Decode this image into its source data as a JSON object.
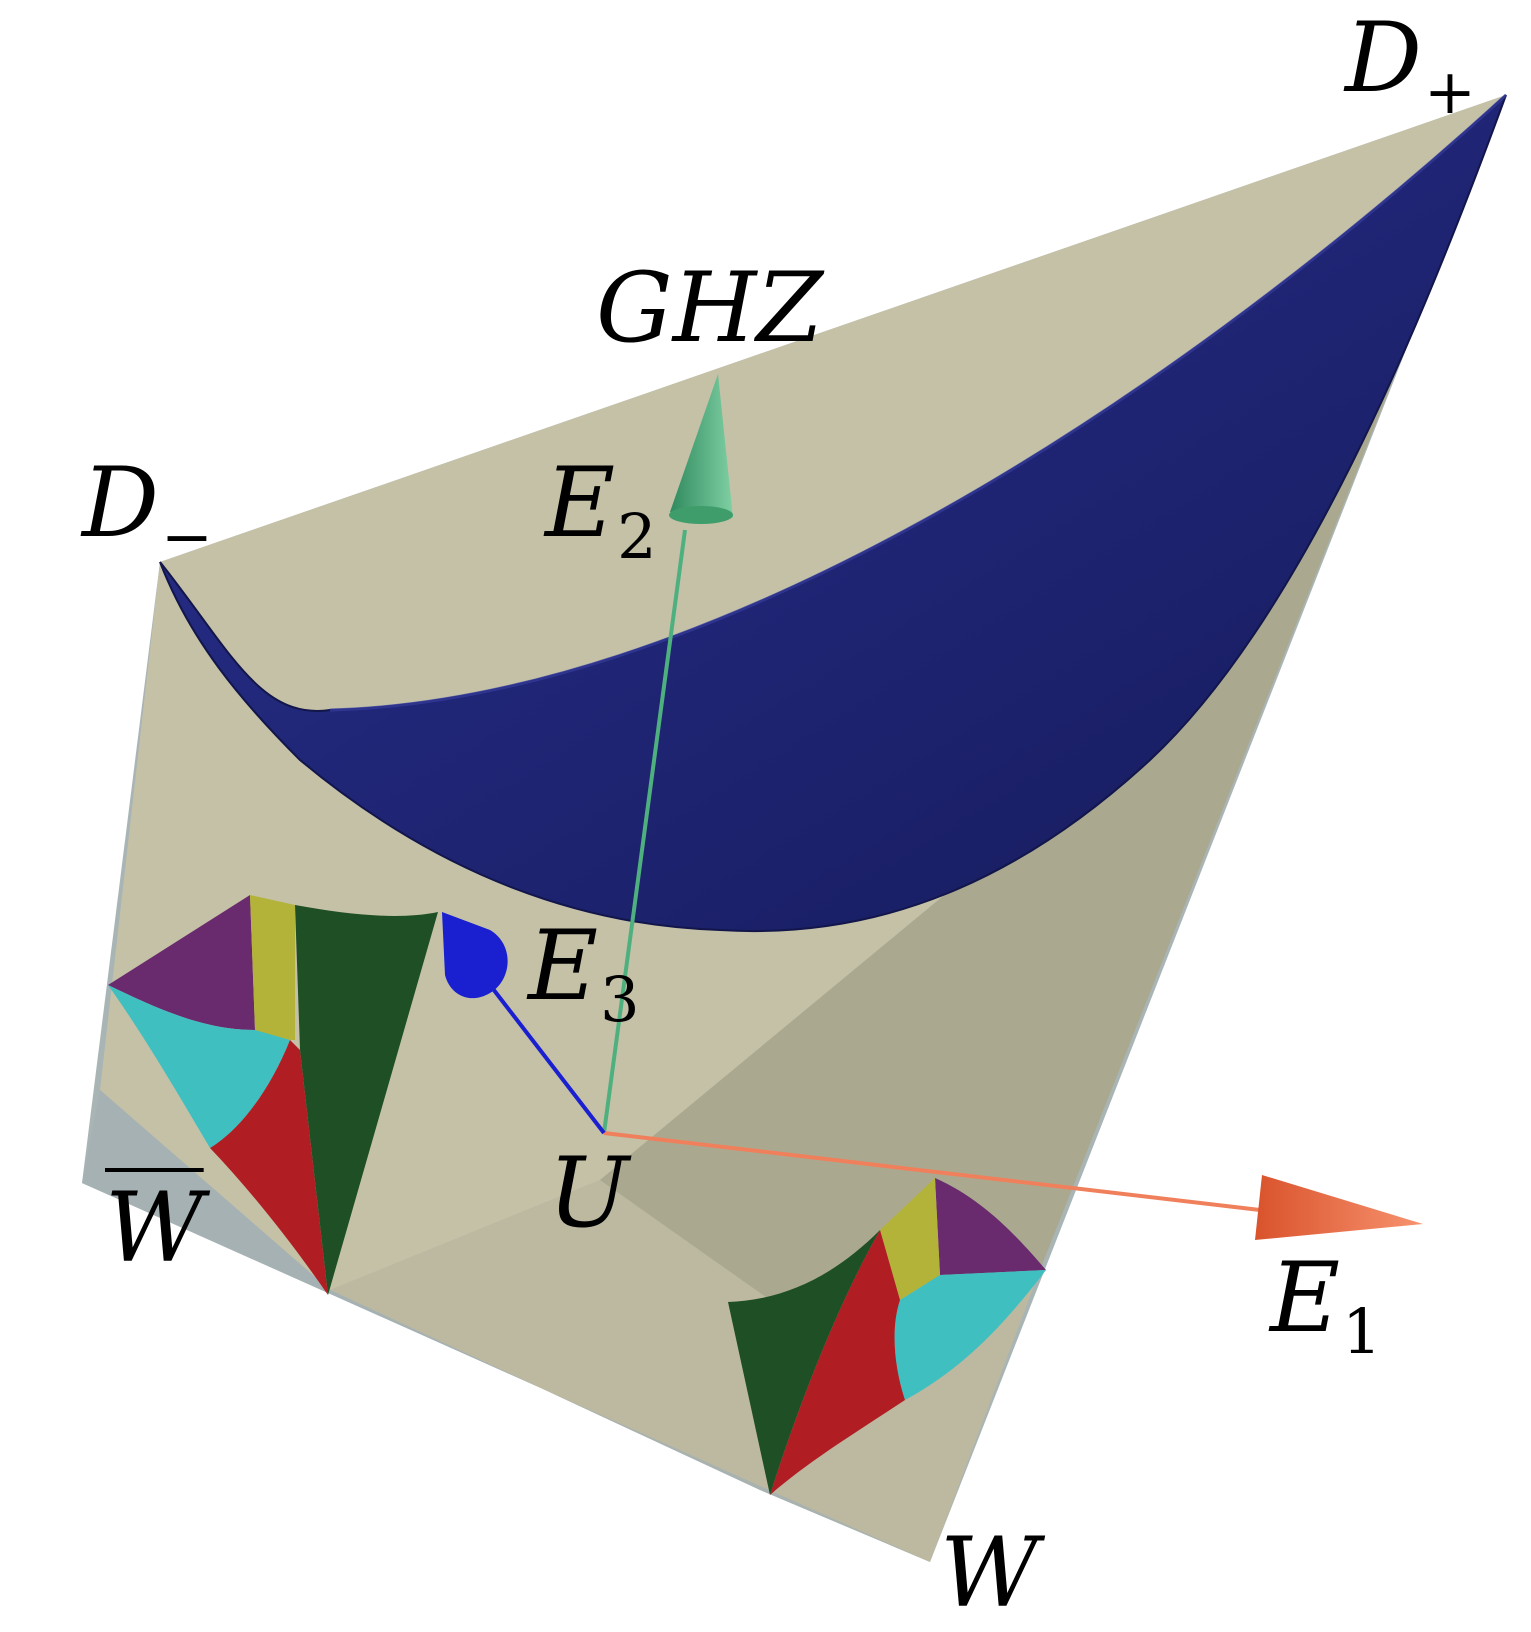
{
  "labels": {
    "d_plus": {
      "base": "D",
      "sub": "+"
    },
    "d_minus": {
      "base": "D",
      "sub": "−"
    },
    "ghz": "GHZ",
    "e1": {
      "base": "E",
      "sub": "1"
    },
    "e2": {
      "base": "E",
      "sub": "2"
    },
    "e3": {
      "base": "E",
      "sub": "3"
    },
    "u": "U",
    "w": "W",
    "w_bar": "W"
  },
  "colors": {
    "outer_face": "#a9b4b5",
    "inner_face": "#c9c4a8",
    "dark_face": "#a8a78f",
    "surface_blue": "#1f2571",
    "axis_e1": "#f0805c",
    "axis_e2": "#4fb07f",
    "axis_e3": "#1a1fd0",
    "region_purple": "#6a2a6e",
    "region_yellow": "#b3b33a",
    "region_cyan": "#3fbfbf",
    "region_red": "#b01e24",
    "region_green": "#1f4f24"
  }
}
